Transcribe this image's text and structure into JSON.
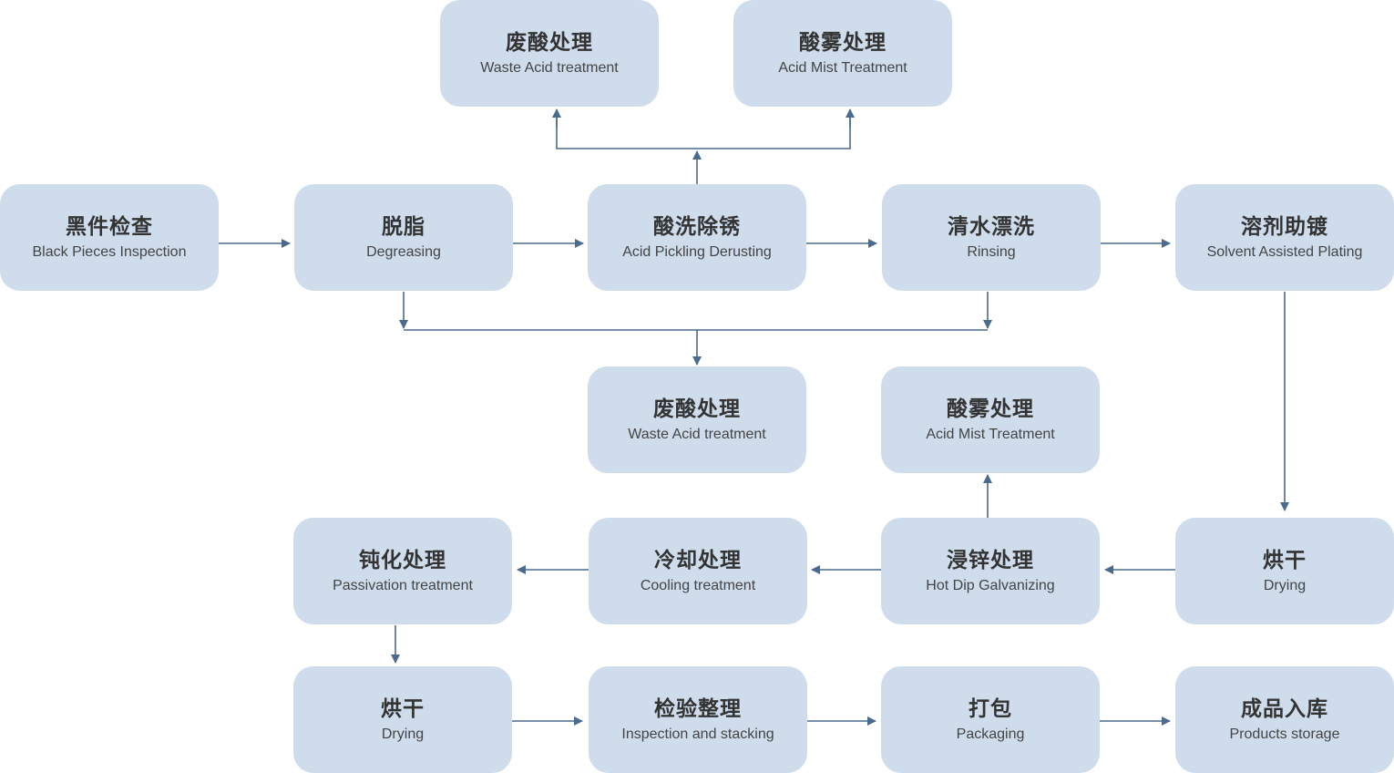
{
  "colors": {
    "box": "#cedcec",
    "line": "#4a6a8e",
    "zh_text": "#333333",
    "en_text": "#444444"
  },
  "nodes": {
    "waste_acid_top": {
      "zh": "废酸处理",
      "en": "Waste Acid treatment"
    },
    "acid_mist_top": {
      "zh": "酸雾处理",
      "en": "Acid Mist Treatment"
    },
    "black_inspection": {
      "zh": "黑件检查",
      "en": "Black Pieces Inspection"
    },
    "degreasing": {
      "zh": "脱脂",
      "en": "Degreasing"
    },
    "acid_pickling": {
      "zh": "酸洗除锈",
      "en": "Acid Pickling Derusting"
    },
    "rinsing": {
      "zh": "清水漂洗",
      "en": "Rinsing"
    },
    "solvent_plating": {
      "zh": "溶剂助镀",
      "en": "Solvent Assisted Plating"
    },
    "waste_acid_mid": {
      "zh": "废酸处理",
      "en": "Waste Acid treatment"
    },
    "acid_mist_mid": {
      "zh": "酸雾处理",
      "en": "Acid Mist Treatment"
    },
    "passivation": {
      "zh": "钝化处理",
      "en": "Passivation treatment"
    },
    "cooling": {
      "zh": "冷却处理",
      "en": "Cooling treatment"
    },
    "hot_dip": {
      "zh": "浸锌处理",
      "en": "Hot Dip Galvanizing"
    },
    "drying_1": {
      "zh": "烘干",
      "en": "Drying"
    },
    "drying_2": {
      "zh": "烘干",
      "en": "Drying"
    },
    "inspection_stack": {
      "zh": "检验整理",
      "en": "Inspection and stacking"
    },
    "packaging": {
      "zh": "打包",
      "en": "Packaging"
    },
    "products_storage": {
      "zh": "成品入库",
      "en": "Products storage"
    }
  }
}
